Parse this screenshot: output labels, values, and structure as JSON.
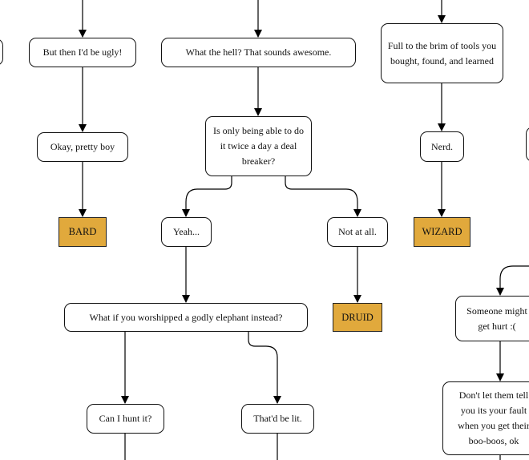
{
  "nodes": {
    "ugly": "But then I'd be ugly!",
    "awesome": "What the hell? That  sounds awesome.",
    "tools": "Full to the brim of tools you bought, found, and learned",
    "pretty_boy": "Okay, pretty boy",
    "deal_breaker": "Is only being able to do it twice a day a deal breaker?",
    "nerd": "Nerd.",
    "bard": "BARD",
    "yeah": "Yeah...",
    "not_at_all": "Not at all.",
    "wizard": "WIZARD",
    "elephant": "What if you worshipped a godly elephant instead?",
    "druid": "DRUID",
    "someone_hurt": "Someone might get hurt :(",
    "hunt_it": "Can I hunt it?",
    "lit": "That'd be lit.",
    "boo_boos": "Don't let them tell you its your fault when you get their boo-boos, ok"
  },
  "colors": {
    "class_fill": "#e1a93c",
    "node_fill": "#ffffff",
    "line": "#000000"
  }
}
